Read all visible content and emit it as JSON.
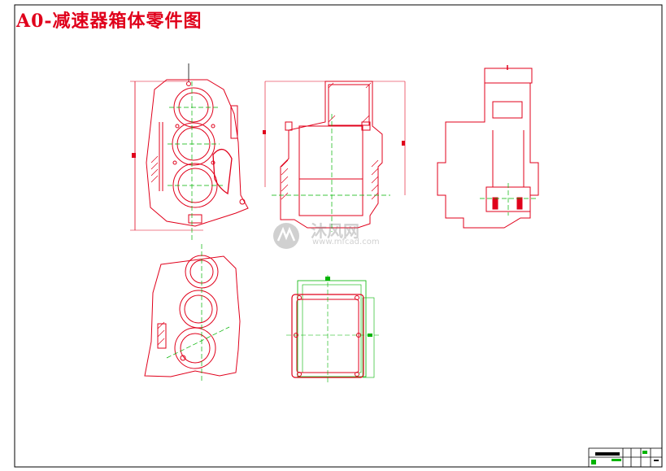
{
  "drawing": {
    "title": "A0-减速器箱体零件图",
    "colors": {
      "outline": "#e0001b",
      "center_line": "#00b400",
      "dimension": "#d0001a",
      "frame": "#000000",
      "watermark": "#7a7a7a",
      "title": "#e0001b"
    }
  },
  "watermark": {
    "brand": "沐风网",
    "url": "www.mfcad.com",
    "icon": "mfcad-logo-icon"
  }
}
